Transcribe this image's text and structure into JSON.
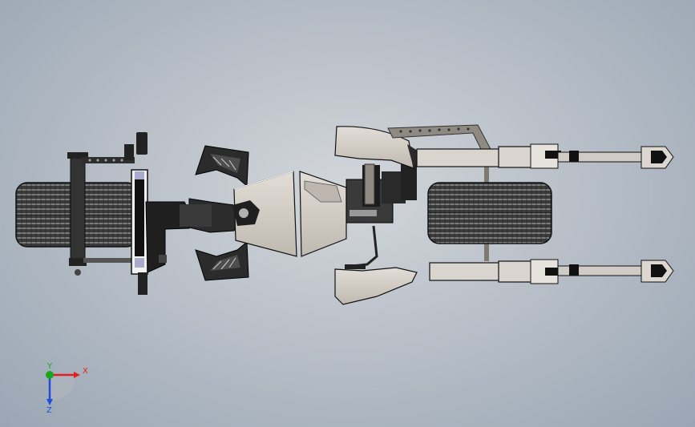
{
  "scene": {
    "part_colors": {
      "body": "#d4cfc9",
      "dark": "#2a2a2a",
      "tire": "#3a3a3a",
      "tire_stripe": "#ffffff",
      "frame": "#9a9589",
      "accent": "#1e1e1e"
    }
  },
  "triad": {
    "x_label": "X",
    "y_label": "Y",
    "z_label": "Z",
    "x_color": "#e02020",
    "y_color": "#1aa81a",
    "z_color": "#1f4fd8"
  }
}
